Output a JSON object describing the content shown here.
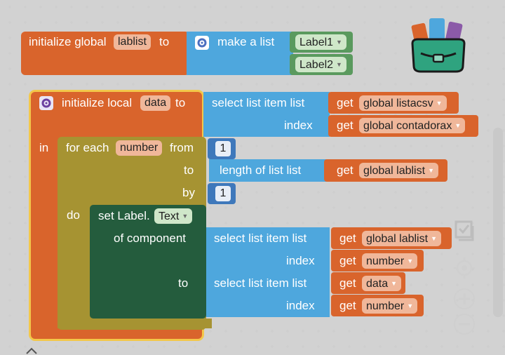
{
  "global_block": {
    "prefix": "initialize global",
    "var_name": "lablist",
    "to_label": "to",
    "make_list_label": "make a list",
    "items": [
      "Label1",
      "Label2"
    ]
  },
  "local_block": {
    "prefix": "initialize local",
    "var_name": "data",
    "to_label": "to",
    "in_label": "in",
    "select_label": "select list item  list",
    "get_label": "get",
    "list_var": "global listacsv",
    "index_label": "index",
    "index_var": "global contadorax"
  },
  "for_block": {
    "prefix": "for each",
    "var_name": "number",
    "from_label": "from",
    "from_value": "1",
    "to_label": "to",
    "length_label": "length of list  list",
    "get_label": "get",
    "length_var": "global lablist",
    "by_label": "by",
    "by_value": "1",
    "do_label": "do"
  },
  "set_block": {
    "prefix": "set Label.",
    "property": "Text",
    "component_label": "of component",
    "to_label": "to",
    "select_label": "select list item  list",
    "get_label": "get",
    "comp_list_var": "global lablist",
    "index_label": "index",
    "comp_index_var": "number",
    "value_list_var": "data",
    "value_index_var": "number"
  },
  "colors": {
    "orange": "#d9642c",
    "blue": "#4ea7dd",
    "green": "#5a9a5e",
    "olive": "#a69332",
    "dark_green": "#245c3d",
    "selection": "#f3c74a"
  }
}
